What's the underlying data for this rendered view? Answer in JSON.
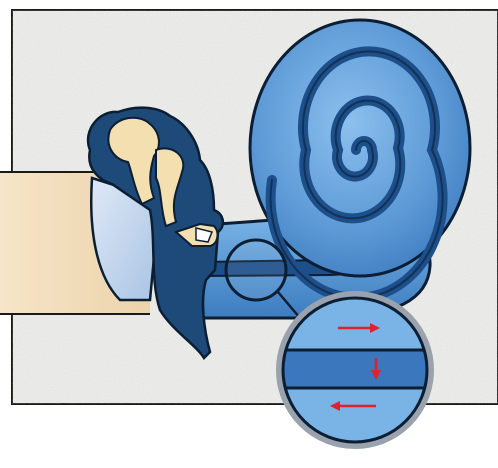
{
  "diagram": {
    "title": "",
    "labels": [],
    "components": {
      "ear_canal": "ear-canal",
      "eardrum": "eardrum",
      "ossicles": "ossicles",
      "stapes": "stapes",
      "cochlea": "cochlea",
      "inset": "magnified-inset"
    },
    "inset_arrows": [
      "right",
      "down",
      "left"
    ],
    "colors": {
      "background": "#ffffff",
      "wall": "#f1f1ef",
      "canal": "#f2dfc0",
      "cochlea_light": "#6aa6dc",
      "cochlea_mid": "#3f80c4",
      "cochlea_dark": "#1d4f8a",
      "outline": "#0b1e33",
      "bone": "#f4dfb0",
      "arrow": "#e0202a"
    }
  }
}
